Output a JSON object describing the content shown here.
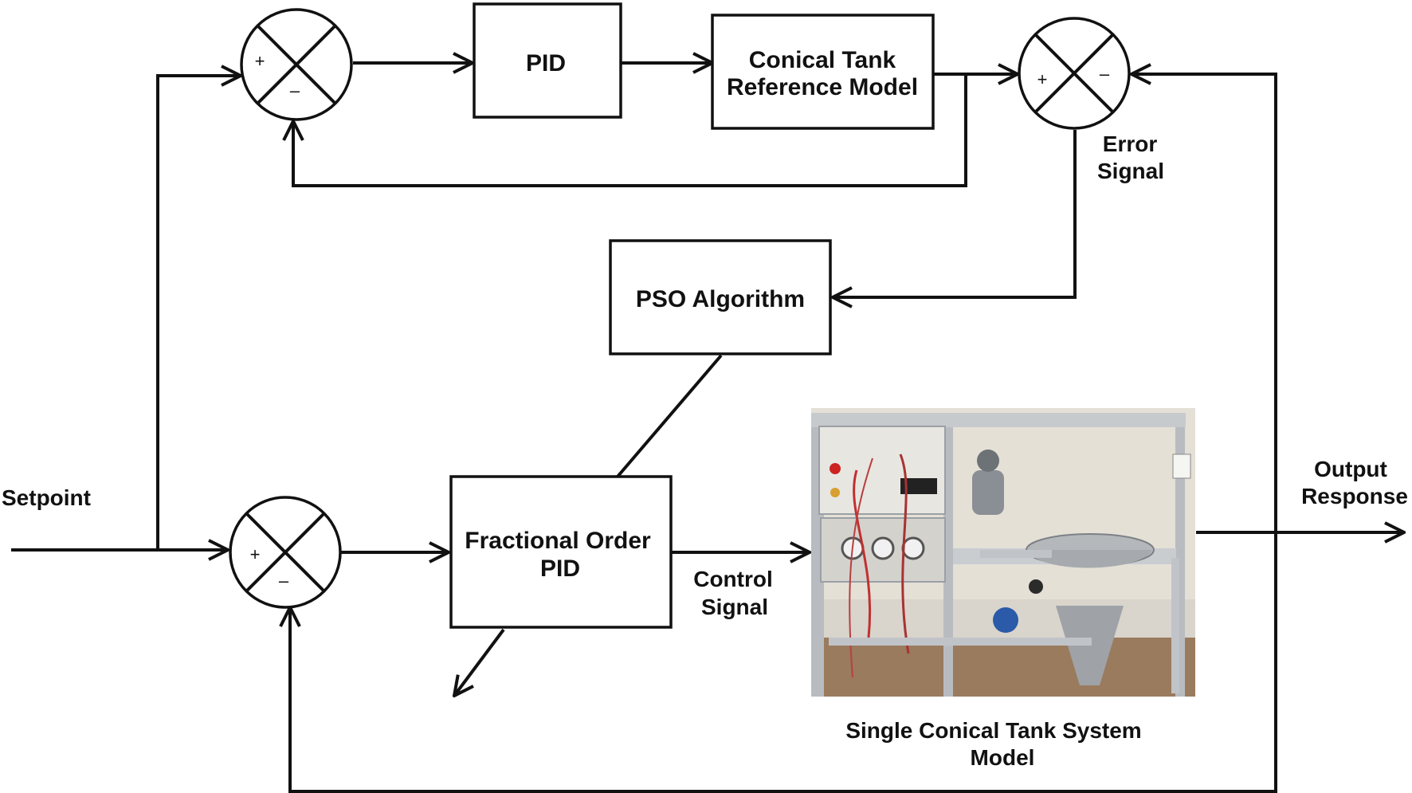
{
  "colors": {
    "ink": "#111111",
    "background": "#ffffff"
  },
  "blocks": {
    "pid": {
      "label": "PID"
    },
    "reference_model": {
      "line1": "Conical Tank",
      "line2": "Reference Model"
    },
    "pso": {
      "label": "PSO Algorithm"
    },
    "fopid": {
      "line1": "Fractional Order",
      "line2": "PID"
    }
  },
  "summing_junctions": {
    "top_left": {
      "plus": "+",
      "minus": "–"
    },
    "top_right": {
      "plus": "+",
      "minus": "–"
    },
    "bottom_left": {
      "plus": "+",
      "minus": "–"
    }
  },
  "signals": {
    "setpoint": "Setpoint",
    "error_signal": {
      "line1": "Error",
      "line2": "Signal"
    },
    "control_signal": {
      "line1": "Control",
      "line2": "Signal"
    },
    "output_response": {
      "line1": "Output",
      "line2": "Response"
    }
  },
  "plant": {
    "caption_line1": "Single Conical Tank System",
    "caption_line2": "Model",
    "photo_icon": "conical-tank-photo-icon"
  }
}
